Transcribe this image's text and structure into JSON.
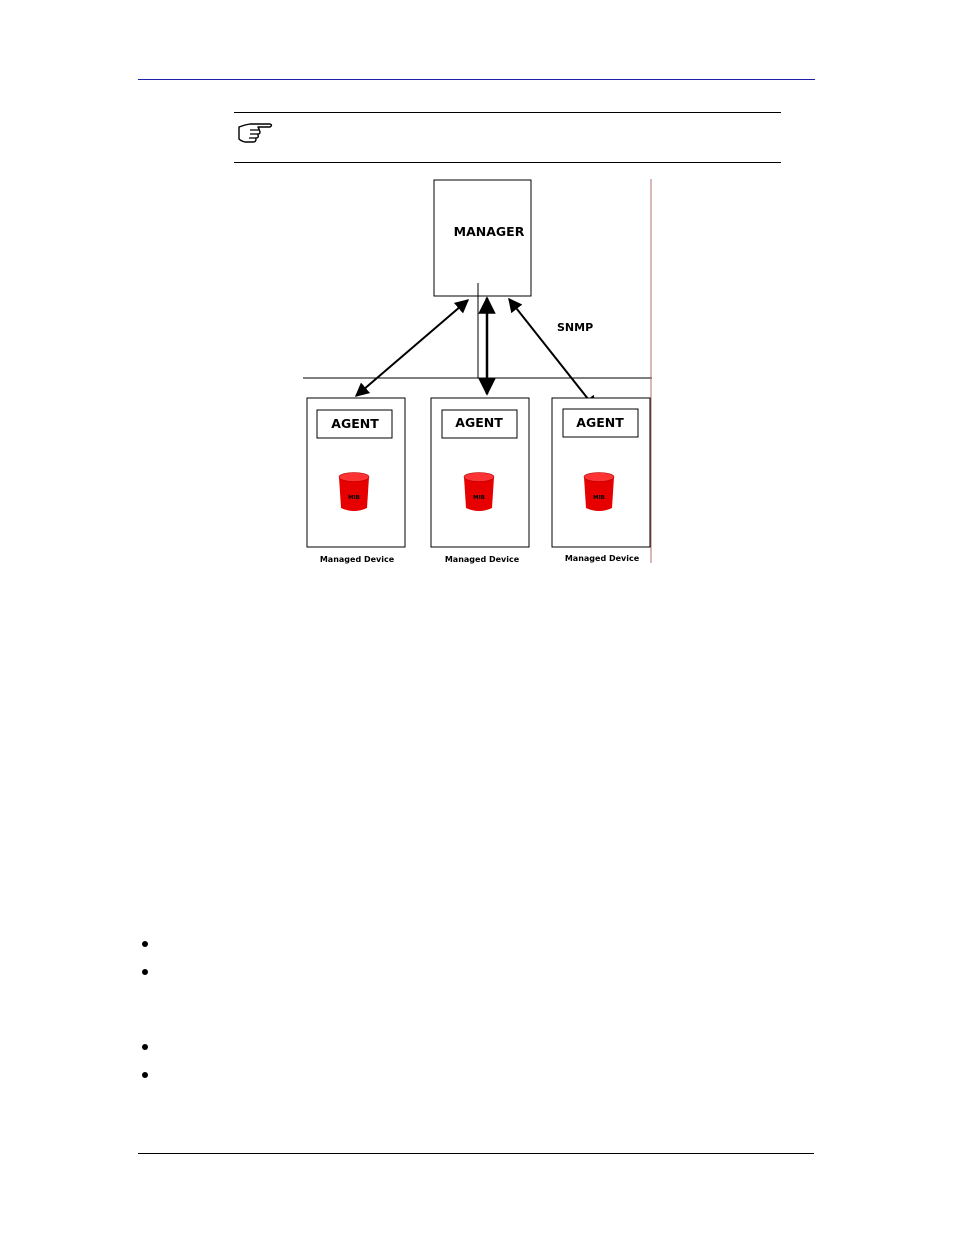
{
  "diagram": {
    "manager_label": "MANAGER",
    "protocol_label": "SNMP",
    "devices": [
      {
        "agent_label": "AGENT",
        "mib_label": "MIB",
        "device_label": "Managed Device"
      },
      {
        "agent_label": "AGENT",
        "mib_label": "MIB",
        "device_label": "Managed Device"
      },
      {
        "agent_label": "AGENT",
        "mib_label": "MIB",
        "device_label": "Managed Device"
      }
    ]
  },
  "colors": {
    "header_rule": "#1f1fa8",
    "mib_fill": "#e60000",
    "mib_top": "#ff3333"
  },
  "icons": {
    "note": "pointing-hand-icon",
    "list": "bullet-icon"
  }
}
